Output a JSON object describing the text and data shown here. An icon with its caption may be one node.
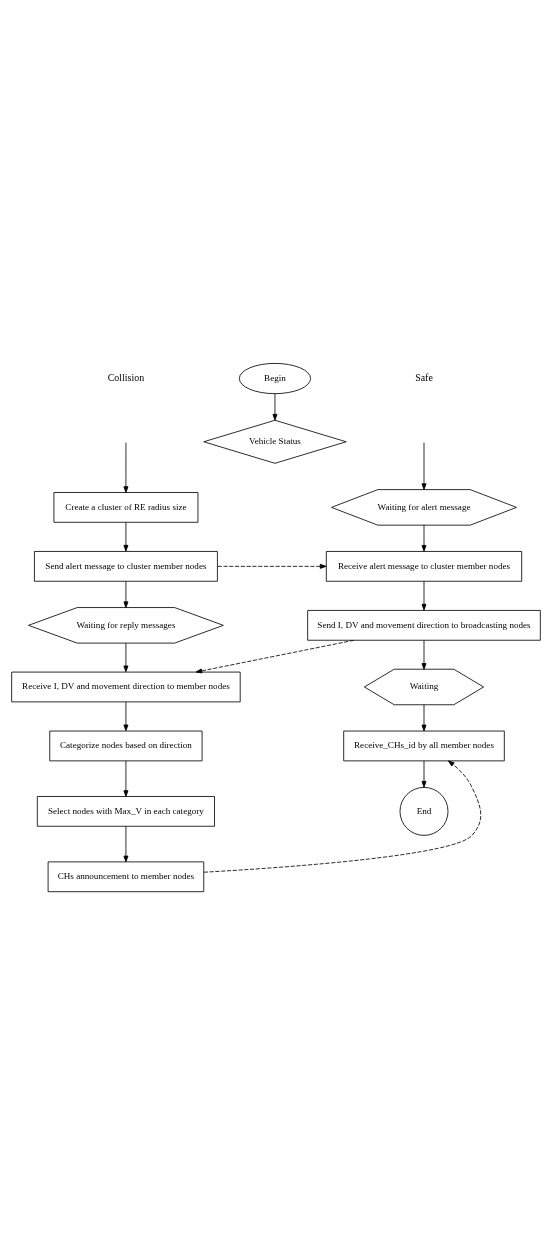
{
  "diagram": {
    "nodes": [
      {
        "text": [
          "Begin"
        ]
      },
      {
        "text": [
          "Vehicle Status"
        ]
      },
      {
        "text": [
          "Create a cluster of RE radius size"
        ]
      },
      {
        "text": [
          "Waiting for alert message"
        ]
      },
      {
        "text": [
          "Send alert message to cluster member nodes"
        ]
      },
      {
        "text": [
          "Receive alert message to cluster member nodes"
        ]
      },
      {
        "text": [
          "Waiting for reply messages"
        ]
      },
      {
        "text": [
          "Receive I, DV and movement direction to member nodes"
        ]
      },
      {
        "text": [
          "Send I, DV and movement direction to broadcasting nodes"
        ]
      },
      {
        "text": [
          "Categorize nodes based on direction"
        ]
      },
      {
        "text": [
          "Waiting"
        ]
      },
      {
        "text": [
          "Select nodes with Max_V in each category"
        ]
      },
      {
        "text": [
          "Receive_CHs_id by all member nodes"
        ]
      },
      {
        "text": [
          "CHs announcement to member nodes"
        ]
      },
      {
        "text": [
          "End"
        ]
      }
    ],
    "edges": [
      {
        "from": 0,
        "to": 1,
        "arrow": "to"
      },
      {
        "from": null,
        "to": 2,
        "arrow": "to"
      },
      {
        "from": null,
        "to": 3,
        "arrow": "to"
      },
      {
        "from": 2,
        "to": 4,
        "arrow": "to"
      },
      {
        "from": 3,
        "to": 5,
        "arrow": "to"
      },
      {
        "from": 4,
        "to": 5,
        "arrow": "to",
        "style": "dashed"
      },
      {
        "from": 4,
        "to": 6,
        "arrow": "to"
      },
      {
        "from": 5,
        "to": 8,
        "arrow": "to"
      },
      {
        "from": 6,
        "to": 7,
        "arrow": "to"
      },
      {
        "from": 8,
        "to": 7,
        "arrow": "to",
        "style": "dashed"
      },
      {
        "from": 7,
        "to": 9,
        "arrow": "to"
      },
      {
        "from": 8,
        "to": 10,
        "arrow": "to"
      },
      {
        "from": 9,
        "to": 11,
        "arrow": "to"
      },
      {
        "from": 10,
        "to": 12,
        "arrow": "to"
      },
      {
        "from": 11,
        "to": 13,
        "arrow": "to"
      },
      {
        "from": 13,
        "to": 12,
        "arrow": "to",
        "style": "dashed"
      },
      {
        "from": 12,
        "to": 14,
        "arrow": "to"
      }
    ],
    "labels": [
      "Collision",
      "Safe"
    ]
  }
}
